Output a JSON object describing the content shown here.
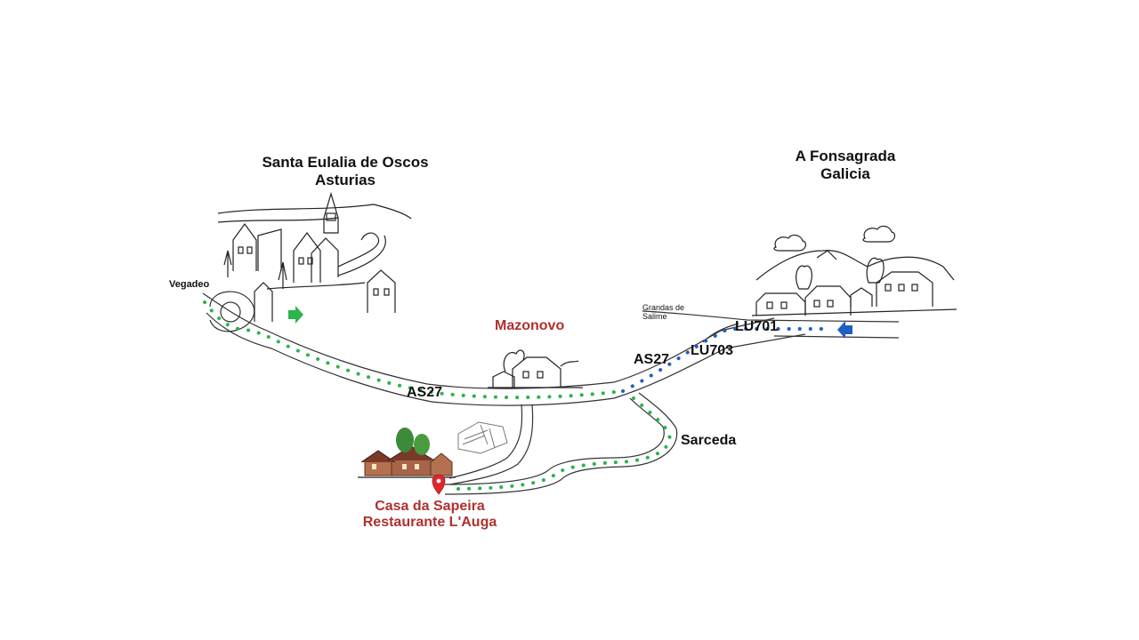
{
  "places": {
    "santa_eulalia": {
      "line1": "Santa Eulalia de Oscos",
      "line2": "Asturias"
    },
    "fonsagrada": {
      "line1": "A Fonsagrada",
      "line2": "Galicia"
    },
    "vegadeo": "Vegadeo",
    "grandas": {
      "line1": "Grandas de",
      "line2": "Salime"
    },
    "mazonovo": "Mazonovo",
    "sarceda": "Sarceda",
    "destination": {
      "line1": "Casa da Sapeira",
      "line2": "Restaurante L'Auga"
    }
  },
  "roads": {
    "as27_main": "AS27",
    "as27_branch": "AS27",
    "lu703": "LU703",
    "lu701": "LU701"
  },
  "icons": {
    "green_arrow": "arrow-right-icon",
    "blue_arrow": "arrow-left-icon",
    "pin": "map-pin-icon"
  },
  "colors": {
    "route_green": "#2db34a",
    "route_blue": "#1f5fbf",
    "label_red": "#b03030",
    "pin_red": "#e0262b",
    "road_line": "#333333"
  }
}
